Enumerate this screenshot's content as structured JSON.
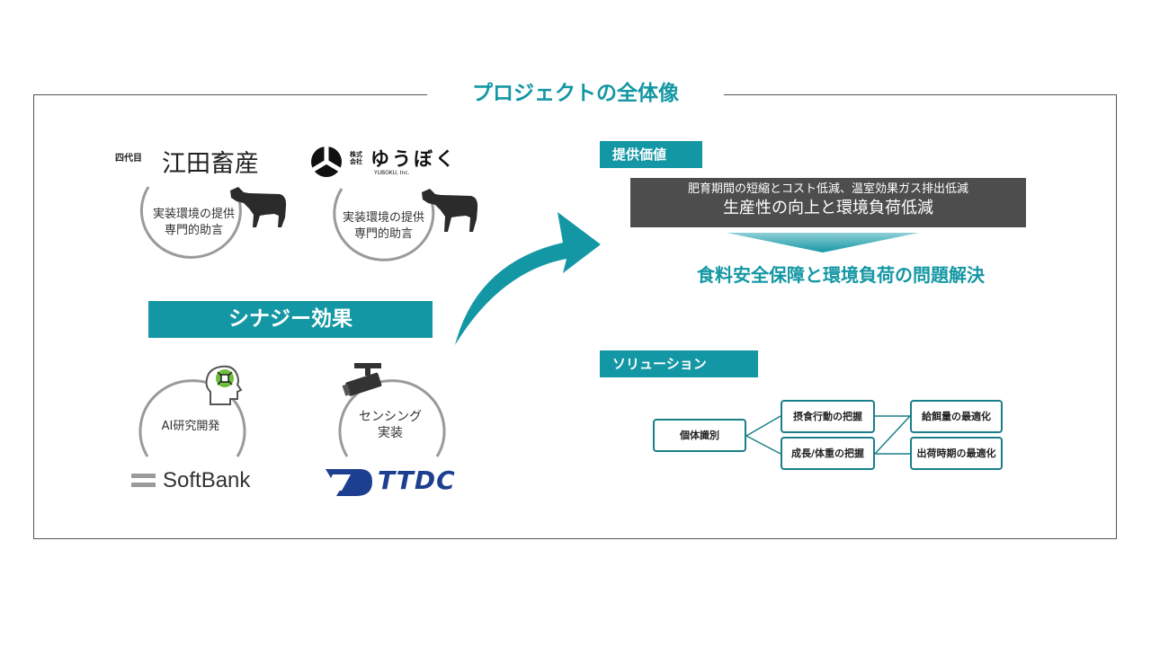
{
  "title": "プロジェクトの全体像",
  "partners": {
    "eda": {
      "prefix": "四代目",
      "name": "江田畜産",
      "role_line1": "実装環境の提供",
      "role_line2": "専門的助言"
    },
    "yuboku": {
      "prefix_top": "株式",
      "prefix_bottom": "会社",
      "name": "ゆうぼく",
      "sub": "YUBOKU, Inc.",
      "role_line1": "実装環境の提供",
      "role_line2": "専門的助言"
    },
    "softbank": {
      "role": "AI研究開発",
      "logo": "SoftBank"
    },
    "ttdc": {
      "role_line1": "センシング",
      "role_line2": "実装",
      "logo": "TTDC"
    }
  },
  "synergy": "シナジー効果",
  "value": {
    "tag": "提供価値",
    "line1": "肥育期間の短縮とコスト低減、温室効果ガス排出低減",
    "line2": "生産性の向上と環境負荷低減",
    "result": "食料安全保障と環境負荷の問題解決"
  },
  "solution": {
    "tag": "ソリューション",
    "nodes": {
      "root": "個体識別",
      "mid1": "摂食行動の把握",
      "mid2": "成長/体重の把握",
      "out1": "給餌量の最適化",
      "out2": "出荷時期の最適化"
    }
  },
  "colors": {
    "accent": "#1497a4",
    "dark_box": "#4d4d4d",
    "circle": "#9a9a9a",
    "node_border": "#1a7f88"
  }
}
